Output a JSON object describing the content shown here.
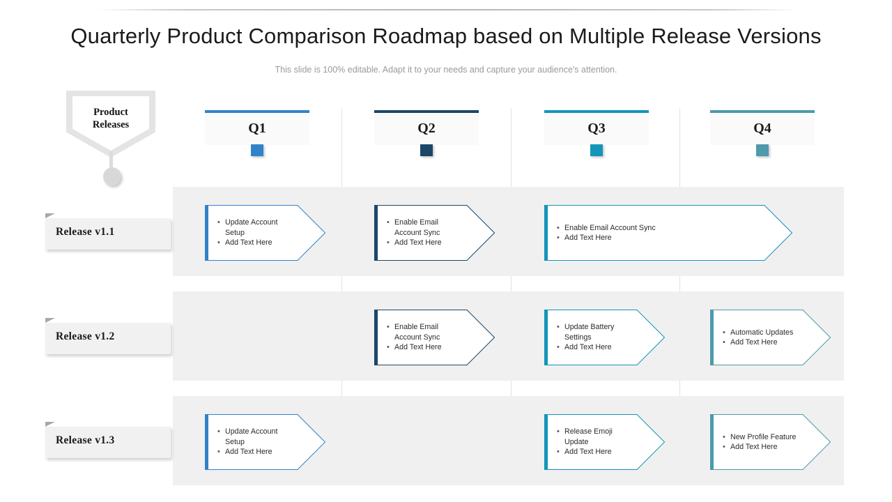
{
  "header": {
    "title": "Quarterly Product Comparison Roadmap based on Multiple Release Versions",
    "subtitle": "This slide is 100% editable. Adapt it to your needs and capture your audience's attention."
  },
  "legend": {
    "pennant_line1": "Product",
    "pennant_line2": "Releases"
  },
  "quarters": [
    {
      "label": "Q1",
      "color": "#3183c8"
    },
    {
      "label": "Q2",
      "color": "#1b4668"
    },
    {
      "label": "Q3",
      "color": "#1395ba"
    },
    {
      "label": "Q4",
      "color": "#4e99ab"
    }
  ],
  "releases": [
    {
      "label": "Release v1.1"
    },
    {
      "label": "Release v1.2"
    },
    {
      "label": "Release v1.3"
    }
  ],
  "cards": [
    {
      "row": 0,
      "quarter": 0,
      "span": 1,
      "color": "#3183c8",
      "items": [
        "Update Account Setup",
        "Add Text Here"
      ]
    },
    {
      "row": 0,
      "quarter": 1,
      "span": 1,
      "color": "#1b4668",
      "items": [
        "Enable Email Account Sync",
        "Add Text Here"
      ]
    },
    {
      "row": 0,
      "quarter": 2,
      "span": 2,
      "color": "#1395ba",
      "items": [
        "Enable Email Account Sync",
        "Add Text Here"
      ]
    },
    {
      "row": 1,
      "quarter": 1,
      "span": 1,
      "color": "#1b4668",
      "items": [
        "Enable Email Account Sync",
        "Add Text Here"
      ]
    },
    {
      "row": 1,
      "quarter": 2,
      "span": 1,
      "color": "#1395ba",
      "items": [
        "Update Battery Settings",
        "Add Text Here"
      ]
    },
    {
      "row": 1,
      "quarter": 3,
      "span": 1,
      "color": "#4e99ab",
      "items": [
        "Automatic Updates",
        "Add Text Here"
      ]
    },
    {
      "row": 2,
      "quarter": 0,
      "span": 1,
      "color": "#3183c8",
      "items": [
        "Update Account Setup",
        "Add Text Here"
      ]
    },
    {
      "row": 2,
      "quarter": 2,
      "span": 1,
      "color": "#1395ba",
      "items": [
        "Release Emoji Update",
        "Add Text Here"
      ]
    },
    {
      "row": 2,
      "quarter": 3,
      "span": 1,
      "color": "#4e99ab",
      "items": [
        "New Profile Feature",
        "Add Text Here"
      ]
    }
  ]
}
